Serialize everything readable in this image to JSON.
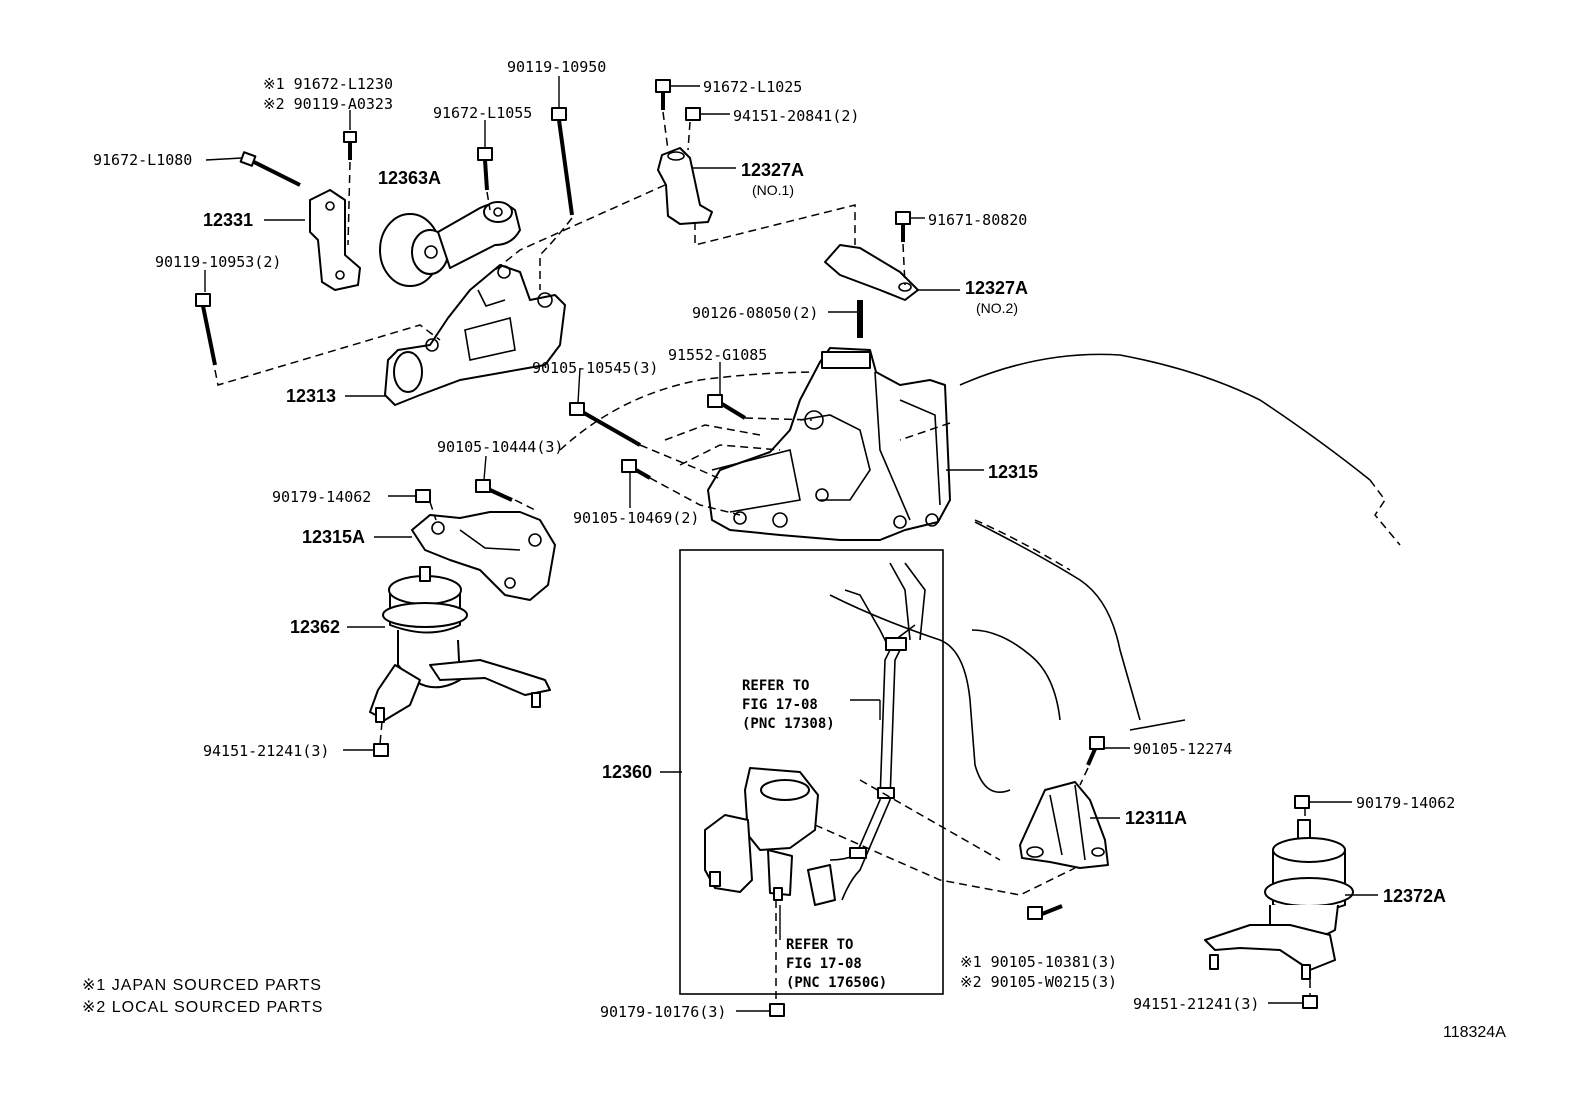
{
  "callouts": {
    "c_91672_L1230": "※1 91672-L1230",
    "c_90119_A0323": "※2 90119-A0323",
    "c_90119_10950": "90119-10950",
    "c_91672_L1025": "91672-L1025",
    "c_94151_20841": "94151-20841(2)",
    "c_91672_L1055": "91672-L1055",
    "c_91672_L1080": "91672-L1080",
    "c_12363A": "12363A",
    "c_12327A_1": "12327A",
    "c_12327A_1_sub": "(NO.1)",
    "c_12331": "12331",
    "c_91671_80820": "91671-80820",
    "c_90119_10953": "90119-10953(2)",
    "c_12327A_2": "12327A",
    "c_12327A_2_sub": "(NO.2)",
    "c_90126_08050": "90126-08050(2)",
    "c_91552_G1085": "91552-G1085",
    "c_90105_10545": "90105-10545(3)",
    "c_12313": "12313",
    "c_12315": "12315",
    "c_90105_10444": "90105-10444(3)",
    "c_90179_14062_a": "90179-14062",
    "c_90105_10469": "90105-10469(2)",
    "c_12315A": "12315A",
    "c_12362": "12362",
    "c_94151_21241_a": "94151-21241(3)",
    "c_12360": "12360",
    "c_90105_12274": "90105-12274",
    "c_12311A": "12311A",
    "c_90179_14062_b": "90179-14062",
    "c_12372A": "12372A",
    "c_90105_10381": "※1 90105-10381(3)",
    "c_90105_W0215": "※2 90105-W0215(3)",
    "c_94151_21241_b": "94151-21241(3)",
    "c_90179_10176": "90179-10176(3)"
  },
  "refs": {
    "ref1_line1": "REFER TO",
    "ref1_line2": "FIG 17-08",
    "ref1_line3": "(PNC 17308)",
    "ref2_line1": "REFER TO",
    "ref2_line2": "FIG 17-08",
    "ref2_line3": "(PNC 17650G)"
  },
  "notes": {
    "note1": "※1 JAPAN SOURCED PARTS",
    "note2": "※2 LOCAL SOURCED PARTS"
  },
  "figure_id": "118324A"
}
